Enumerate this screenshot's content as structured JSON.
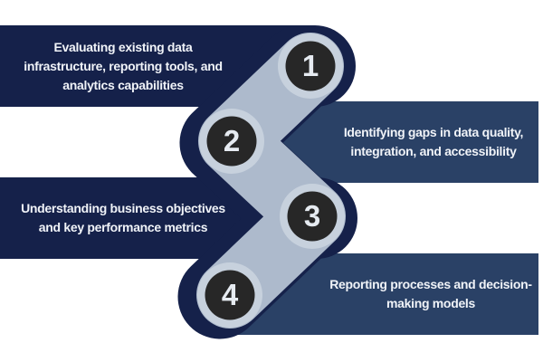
{
  "diagram": {
    "type": "zigzag-process",
    "steps": [
      {
        "number": "1",
        "label": "Evaluating existing data\ninfrastructure, reporting tools, and\nanalytics capabilities"
      },
      {
        "number": "2",
        "label": "Identifying gaps in data quality,\nintegration, and accessibility"
      },
      {
        "number": "3",
        "label": "Understanding business objectives\nand key performance metrics"
      },
      {
        "number": "4",
        "label": "Reporting processes and decision-\nmaking models"
      }
    ]
  },
  "colors": {
    "dark_navy": "#15214a",
    "medium_navy": "#2a4166",
    "ribbon_light": "#adbacc",
    "ring_light": "#c7d1dd",
    "circle_dark": "#272727",
    "text_light": "#f0f3f8",
    "number_light": "#e6ebf1",
    "background": "#ffffff"
  }
}
